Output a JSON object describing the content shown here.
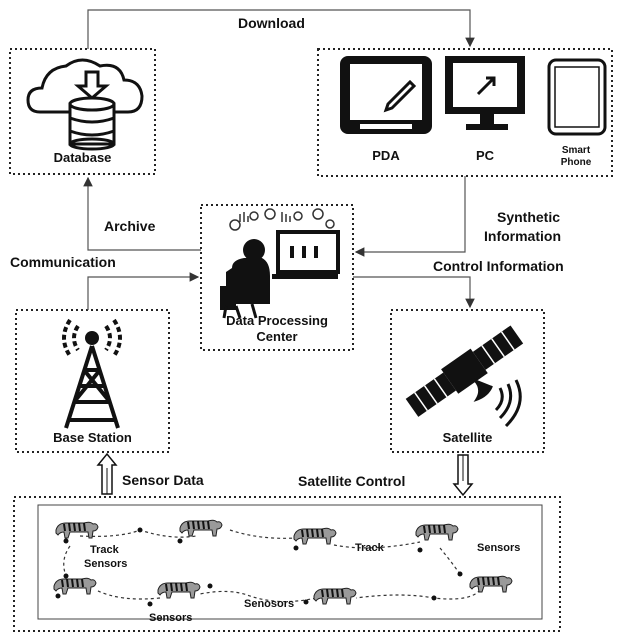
{
  "flow_labels": {
    "download": "Download",
    "archive": "Archive",
    "communication": "Communication",
    "synthetic_line1": "Synthetic",
    "synthetic_line2": "Information",
    "control": "Control Information",
    "sensor_data": "Sensor Data",
    "satellite_control": "Satellite Control"
  },
  "nodes": {
    "database": "Database",
    "pda": "PDA",
    "pc": "PC",
    "smartphone_line1": "Smart",
    "smartphone_line2": "Phone",
    "dpc_line1": "Data Processing",
    "dpc_line2": "Center",
    "base_station": "Base Station",
    "satellite": "Satellite"
  },
  "field_labels": {
    "track1": "Track",
    "sensors1": "Sensors",
    "track2": "Track",
    "sensors2": "Sensors",
    "sensors3": "Sensors",
    "senosors": "Senosors"
  },
  "colors": {
    "ink": "#111111",
    "line": "#555555",
    "background": "#ffffff"
  },
  "icons": [
    "cloud-download-icon",
    "database-icon",
    "pda-icon",
    "pc-icon",
    "smartphone-icon",
    "operator-workstation-icon",
    "radio-tower-icon",
    "satellite-icon",
    "tiger-icon"
  ]
}
